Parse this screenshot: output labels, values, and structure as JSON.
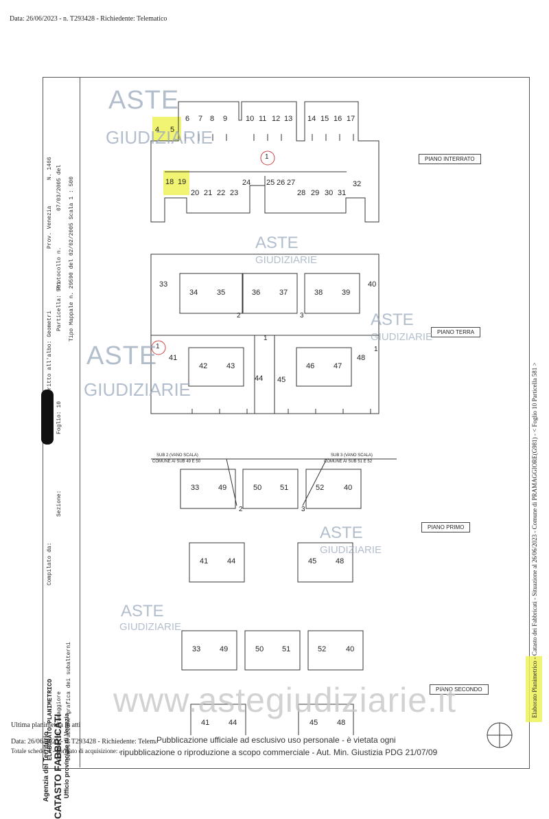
{
  "header": {
    "text": "Data: 26/06/2023 - n. T293428 - Richiedente: Telematico"
  },
  "strip": {
    "title": "ELABORATO PLANIMETRICO",
    "compiled": "Compilato da:",
    "municipality": "Comune di Pramaggiore",
    "section": "Sezione:",
    "sheet": "Foglio: 10",
    "parcel": "Particella: 581",
    "demonstration": "Dimostrazione grafica dei subalterni",
    "registered": "Iscritto all'albo: Geometri",
    "prov": "Prov. Venezia",
    "num": "N. 1466",
    "protocol": "Protocollo n.",
    "protocol_date": "07/03/2005 del",
    "tipo": "Tipo Mappale n. 29590 del 02/02/2005 Scala 1 : 500",
    "agency": "Agenzia del Territorio",
    "catasto": "CATASTO FABBRICATI",
    "ufficio": "Ufficio provinciale di Venezia"
  },
  "right_margin": {
    "text": "Elaborato Planimetrico - Catasto dei Fabbricati - Situazione al 26/06/2023 - Comune di PRAMAGGIORE(G981) - < Foglio 10 Particella 581 >"
  },
  "labels": {
    "interrato": "PIANO INTERRATO",
    "terra": "PIANO TERRA",
    "primo": "PIANO PRIMO",
    "secondo": "PIANO SECONDO",
    "sub2": "SUB 2 (VANO SCALA)",
    "sub2b": "COMUNE AI SUB 49 E 50",
    "sub3": "SUB 3 (VANO SCALA)",
    "sub3b": "COMUNE AI SUB 51 E 52"
  },
  "rooms": {
    "r4": "4",
    "r5": "5",
    "r6": "6",
    "r7": "7",
    "r8": "8",
    "r9": "9",
    "r10": "10",
    "r11": "11",
    "r12": "12",
    "r13": "13",
    "r14": "14",
    "r15": "15",
    "r16": "16",
    "r17": "17",
    "r1a": "1",
    "r18": "18",
    "r19": "19",
    "r20": "20",
    "r21": "21",
    "r22": "22",
    "r23": "23",
    "r24": "24",
    "r25": "25",
    "r26": "26",
    "r27": "27",
    "r28": "28",
    "r29": "29",
    "r30": "30",
    "r31": "31",
    "r32": "32",
    "r33": "33",
    "r34": "34",
    "r35": "35",
    "r36": "36",
    "r37": "37",
    "r38": "38",
    "r39": "39",
    "r40": "40",
    "r2": "2",
    "r3": "3",
    "r1b": "1",
    "r1c": "1",
    "r1d": "1",
    "r41": "41",
    "r42": "42",
    "r43": "43",
    "r44": "44",
    "r45": "45",
    "r46": "46",
    "r47": "47",
    "r48": "48",
    "p33": "33",
    "p49": "49",
    "p50": "50",
    "p51": "51",
    "p52": "52",
    "p40": "40",
    "p2": "2",
    "p3": "3",
    "p41": "41",
    "p44": "44",
    "p45": "45",
    "p48": "48",
    "s33": "33",
    "s49": "49",
    "s50": "50",
    "s51": "51",
    "s52": "52",
    "s40": "40",
    "s41": "41",
    "s44": "44",
    "s45": "45",
    "s48": "48"
  },
  "watermark": {
    "aste": "ASTE",
    "giudiziarie": "GIUDIZIARIE",
    "url": "www.astegiudiziarie.it"
  },
  "footer": {
    "ultima": "Ultima planimetria in atti",
    "data": "Data: 26/06/2023 - n. T293428 - Richiedente: Telematico",
    "totale": "Totale schede: 1 - Formato di acquisizione: A3(297x420) - Formato stampa richiesto: A4(210x297)",
    "notice1": "Pubblicazione ufficiale ad esclusivo uso personale - è vietata ogni",
    "notice2": "ripubblicazione o riproduzione a scopo commerciale - Aut. Min. Giustizia PDG 21/07/09"
  }
}
